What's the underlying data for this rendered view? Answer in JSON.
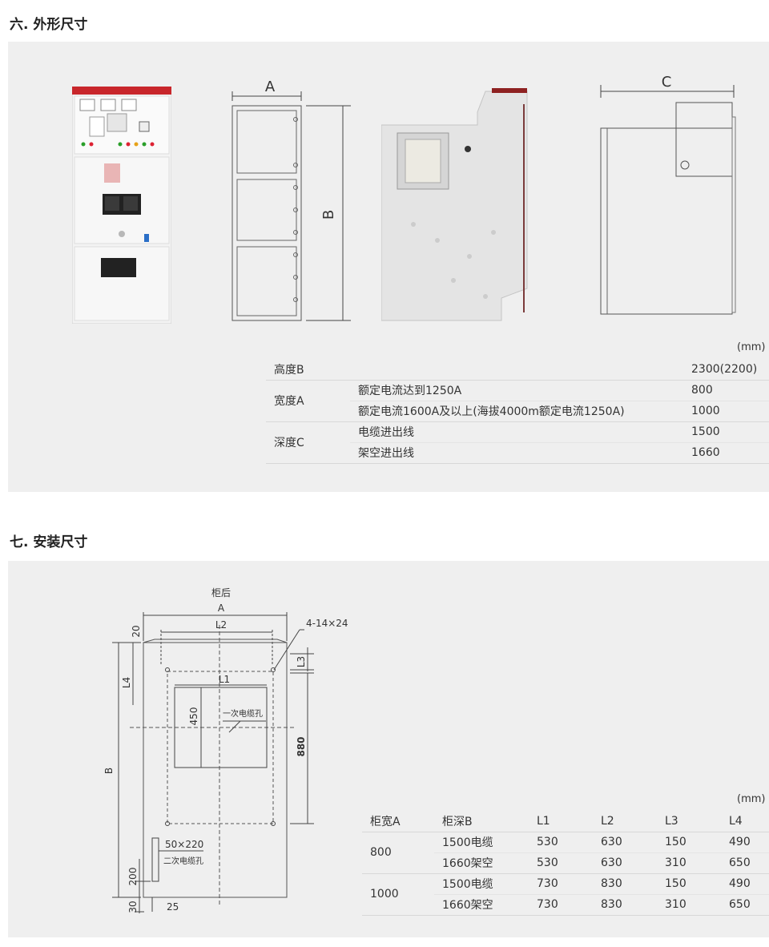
{
  "section6": {
    "title": "六. 外形尺寸",
    "label_a": "A",
    "label_b": "B",
    "label_c": "C",
    "unit": "(mm)",
    "rows": [
      {
        "param": "高度B",
        "cond": "",
        "value": "2300(2200)"
      },
      {
        "param": "宽度A",
        "cond": "额定电流达到1250A",
        "value": "800"
      },
      {
        "param": "",
        "cond": "额定电流1600A及以上(海拔4000m额定电流1250A)",
        "value": "1000"
      },
      {
        "param": "深度C",
        "cond": "电缆进出线",
        "value": "1500"
      },
      {
        "param": "",
        "cond": "架空进出线",
        "value": "1660"
      }
    ]
  },
  "section7": {
    "title": "七. 安装尺寸",
    "drawing": {
      "rear": "柜后",
      "a": "A",
      "l2": "L2",
      "l1": "L1",
      "l3": "L3",
      "l4": "L4",
      "b": "B",
      "holes": "4-14×24",
      "d20": "20",
      "d450": "450",
      "d880": "880",
      "primary_hole": "一次电缆孔",
      "slot": "50×220",
      "secondary_hole": "二次电缆孔",
      "d200": "200",
      "d30": "30",
      "d25": "25"
    },
    "unit": "(mm)",
    "headers": [
      "柜宽A",
      "柜深B",
      "L1",
      "L2",
      "L3",
      "L4"
    ],
    "rows": [
      {
        "width": "800",
        "depth": "1500电缆",
        "l1": "530",
        "l2": "630",
        "l3": "150",
        "l4": "490"
      },
      {
        "width": "",
        "depth": "1660架空",
        "l1": "530",
        "l2": "630",
        "l3": "310",
        "l4": "650"
      },
      {
        "width": "1000",
        "depth": "1500电缆",
        "l1": "730",
        "l2": "830",
        "l3": "150",
        "l4": "490"
      },
      {
        "width": "",
        "depth": "1660架空",
        "l1": "730",
        "l2": "830",
        "l3": "310",
        "l4": "650"
      }
    ]
  }
}
